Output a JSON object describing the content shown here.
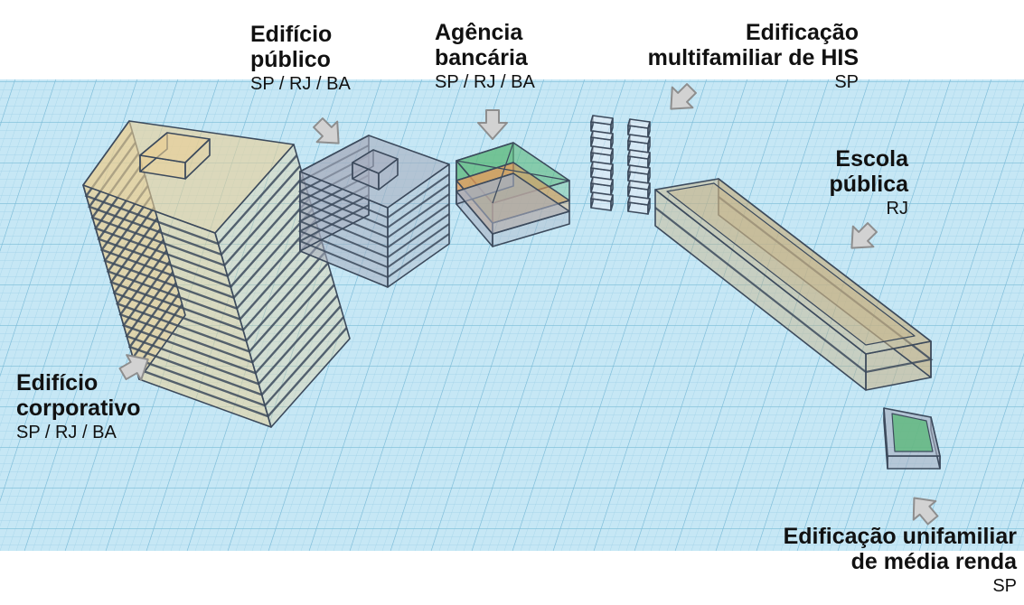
{
  "labels": {
    "edificio_publico": {
      "title_1": "Edifício",
      "title_2": "público",
      "states": "SP / RJ / BA"
    },
    "agencia_bancaria": {
      "title_1": "Agência",
      "title_2": "bancária",
      "states": "SP / RJ / BA"
    },
    "his": {
      "title_1": "Edificação",
      "title_2": "multifamiliar de HIS",
      "states": "SP"
    },
    "escola_publica": {
      "title_1": "Escola",
      "title_2": "pública",
      "states": "RJ"
    },
    "edificio_corporativo": {
      "title_1": "Edifício",
      "title_2": "corporativo",
      "states": "SP / RJ / BA"
    },
    "unifamiliar": {
      "title_1": "Edificação unifamiliar",
      "title_2": "de média renda",
      "states": "SP"
    }
  },
  "colors": {
    "ground": "#bfe4f3",
    "grid": "#8cc8e0",
    "corporate": "#e9cf95",
    "public_building": "#a7adbe",
    "bank": "#5cb97b",
    "bank_floor": "#e39a56",
    "his": "#e6ebf4",
    "school": "#c8b184",
    "house": "#5cb97b",
    "outline": "#3c4a5c",
    "arrow": "#cfcfcf"
  }
}
